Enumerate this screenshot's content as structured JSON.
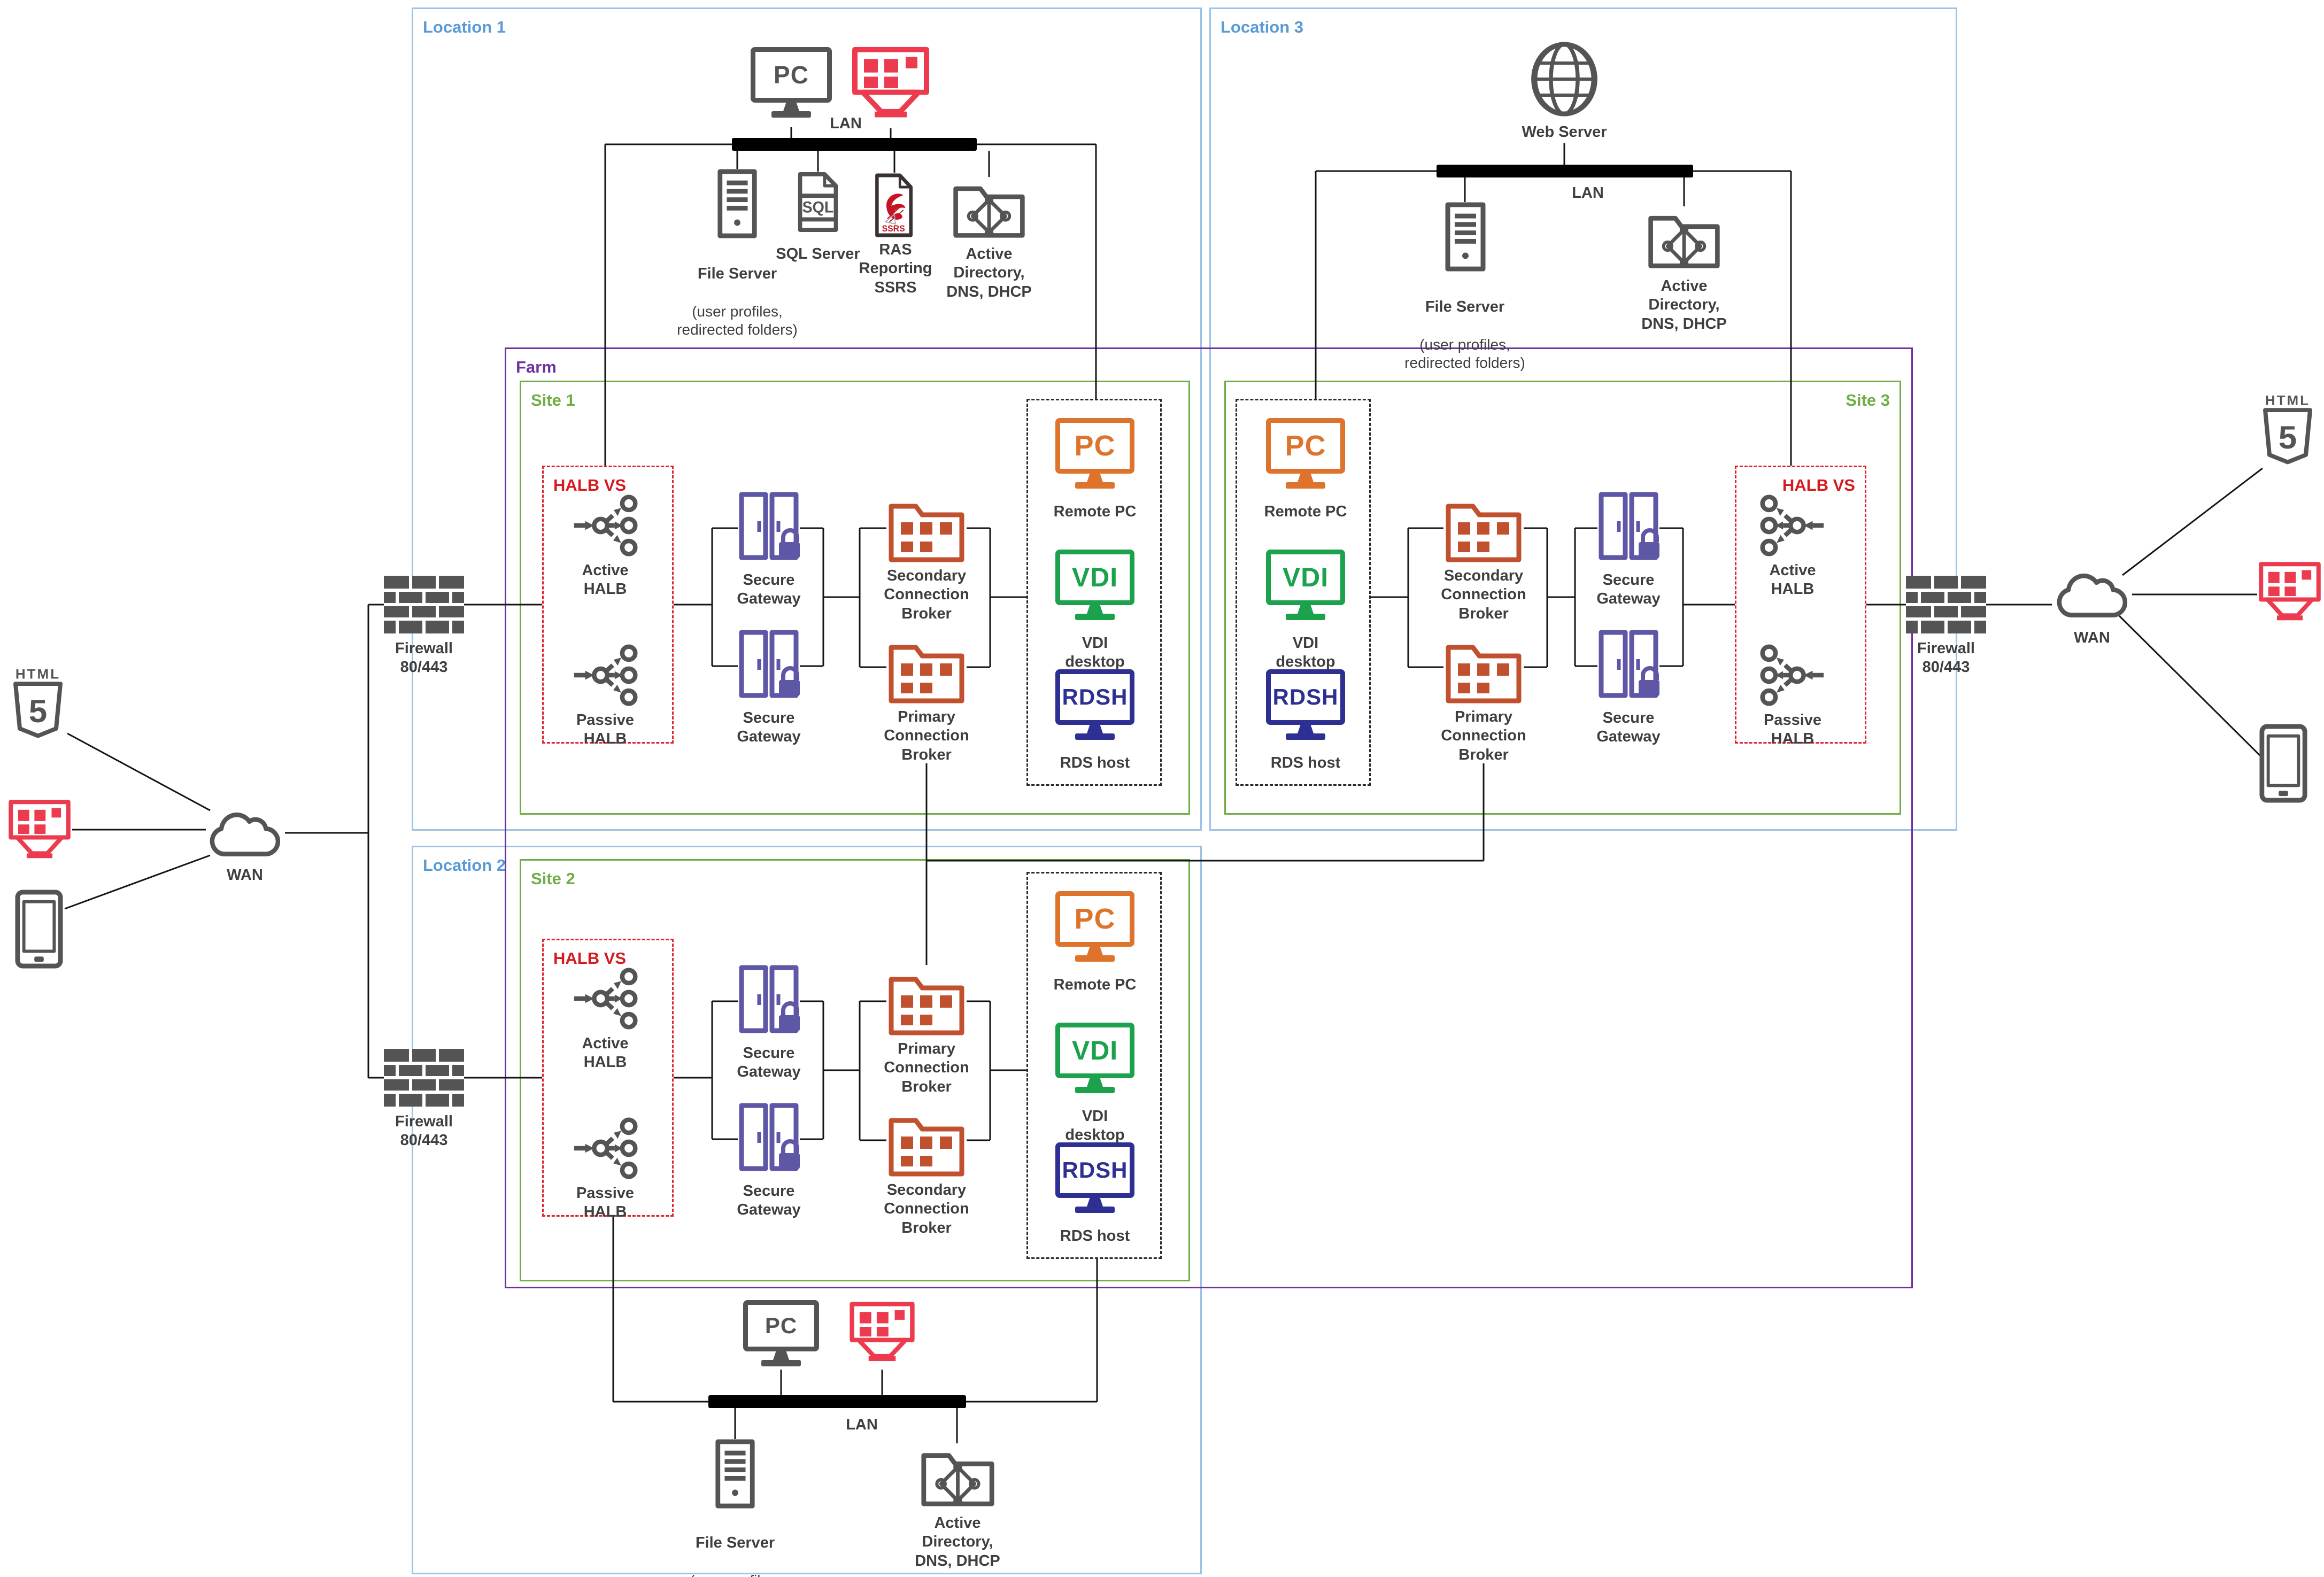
{
  "colors": {
    "location_border": "#9DC3E6",
    "location_title": "#5B9BD5",
    "farm": "#7030A0",
    "site": "#70AD47",
    "halb_red": "#E02430",
    "gray": "#545454",
    "dark": "#3A3133",
    "red": "#EC3B4E",
    "gateway": "#5D57A6",
    "broker": "#C0502E",
    "orange": "#DE742C",
    "vdi": "#1CA24C",
    "rdsh": "#2D3092",
    "line": "#141414",
    "text": "#3F3F3F",
    "ssrs_red": "#C41425"
  },
  "labels": {
    "location1": "Location 1",
    "location2": "Location 2",
    "location3": "Location 3",
    "farm": "Farm",
    "site1": "Site 1",
    "site2": "Site 2",
    "site3": "Site 3",
    "halb_vs": "HALB VS",
    "active_halb": "Active\nHALB",
    "passive_halb": "Passive\nHALB",
    "secure_gateway": "Secure\nGateway",
    "primary_broker": "Primary\nConnection\nBroker",
    "secondary_broker": "Secondary\nConnection\nBroker",
    "remote_pc": "Remote PC",
    "vdi_desktop": "VDI\ndesktop",
    "rds_host": "RDS host",
    "pc": "PC",
    "vdi": "VDI",
    "rdsh": "RDSH",
    "lan": "LAN",
    "wan": "WAN",
    "firewall": "Firewall\n80/443",
    "web_server": "Web Server",
    "file_server": "File Server",
    "file_server_sub": "(user profiles,\nredirected folders)",
    "sql_server": "SQL Server",
    "ras_reporting": "RAS\nReporting\nSSRS",
    "active_directory": "Active Directory,\nDNS, DHCP",
    "html": "HTML",
    "five": "5",
    "sql": "SQL",
    "ssrs": "SSRS"
  }
}
